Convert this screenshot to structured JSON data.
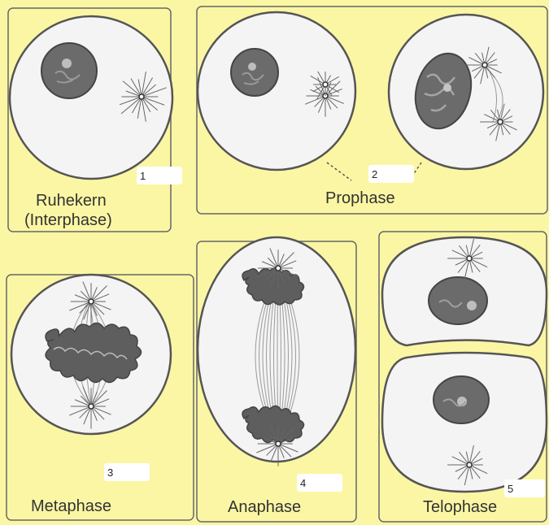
{
  "colors": {
    "background": "#fbf6a4",
    "cell_fill": "#f4f4f4",
    "outline": "#555555",
    "nucleus": "#6b6b6b",
    "chromosome": "#5a5a5a"
  },
  "stages": [
    {
      "id": "interphase",
      "name_line1": "Ruhekern",
      "name_line2": "(Interphase)",
      "number": "1"
    },
    {
      "id": "prophase",
      "name_line1": "Prophase",
      "number": "2"
    },
    {
      "id": "metaphase",
      "name_line1": "Metaphase",
      "number": "3"
    },
    {
      "id": "anaphase",
      "name_line1": "Anaphase",
      "number": "4"
    },
    {
      "id": "telophase",
      "name_line1": "Telophase",
      "number": "5"
    }
  ]
}
